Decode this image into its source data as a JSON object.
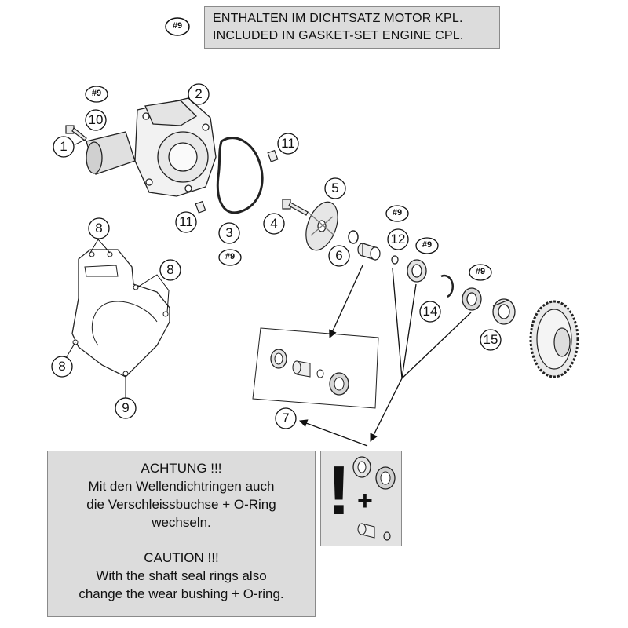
{
  "legend": {
    "tag": "#9",
    "line_de": "ENTHALTEN IM DICHTSATZ MOTOR KPL.",
    "line_en": "INCLUDED IN GASKET-SET ENGINE CPL."
  },
  "callouts": {
    "n1": "1",
    "n2": "2",
    "n3": "3",
    "n4": "4",
    "n5": "5",
    "n6": "6",
    "n7": "7",
    "n8a": "8",
    "n8b": "8",
    "n8c": "8",
    "n9": "9",
    "n10": "10",
    "n11a": "11",
    "n11b": "11",
    "n12": "12",
    "n14": "14",
    "n15": "15",
    "t9a": "#9",
    "t9b": "#9",
    "t9c": "#9",
    "t9d": "#9",
    "t9e": "#9"
  },
  "caution": {
    "de_title": "ACHTUNG !!!",
    "de_line1": "Mit den Wellendichtringen auch",
    "de_line2": "die Verschleissbuchse + O-Ring",
    "de_line3": "wechseln.",
    "en_title": "CAUTION !!!",
    "en_line1": "With the shaft seal rings also",
    "en_line2": "change the wear bushing + O-ring."
  },
  "parts_box": {
    "exclamation": "!",
    "plus": "+"
  }
}
